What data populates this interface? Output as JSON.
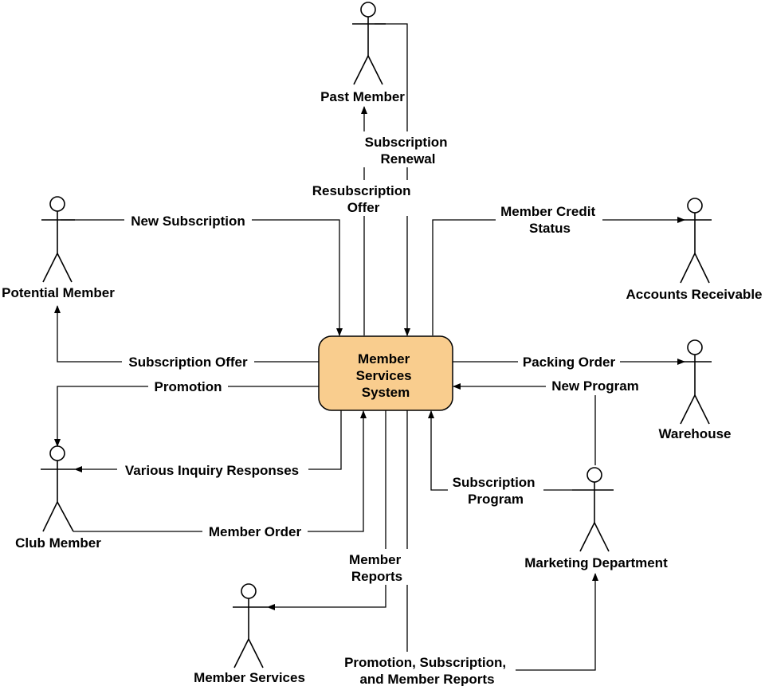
{
  "system": {
    "lines": [
      "Member",
      "Services",
      "System"
    ]
  },
  "actors": {
    "past_member": "Past Member",
    "potential_member": "Potential Member",
    "accounts_receivable": "Accounts Receivable",
    "warehouse": "Warehouse",
    "club_member": "Club Member",
    "marketing_department": "Marketing Department",
    "member_services": "Member Services"
  },
  "flows": {
    "subscription_renewal": [
      "Subscription",
      "Renewal"
    ],
    "resubscription_offer": [
      "Resubscription",
      "Offer"
    ],
    "new_subscription": [
      "New Subscription"
    ],
    "member_credit_status": [
      "Member Credit",
      "Status"
    ],
    "subscription_offer": [
      "Subscription Offer"
    ],
    "promotion": [
      "Promotion"
    ],
    "packing_order": [
      "Packing Order"
    ],
    "new_program": [
      "New Program"
    ],
    "various_inquiry_responses": [
      "Various Inquiry Responses"
    ],
    "subscription_program": [
      "Subscription",
      "Program"
    ],
    "member_order": [
      "Member Order"
    ],
    "member_reports": [
      "Member",
      "Reports"
    ],
    "promotion_subscription_member_reports": [
      "Promotion, Subscription,",
      "and Member Reports"
    ]
  },
  "colors": {
    "system_fill": "#f9cd8e",
    "line": "#000000",
    "background": "#ffffff"
  }
}
